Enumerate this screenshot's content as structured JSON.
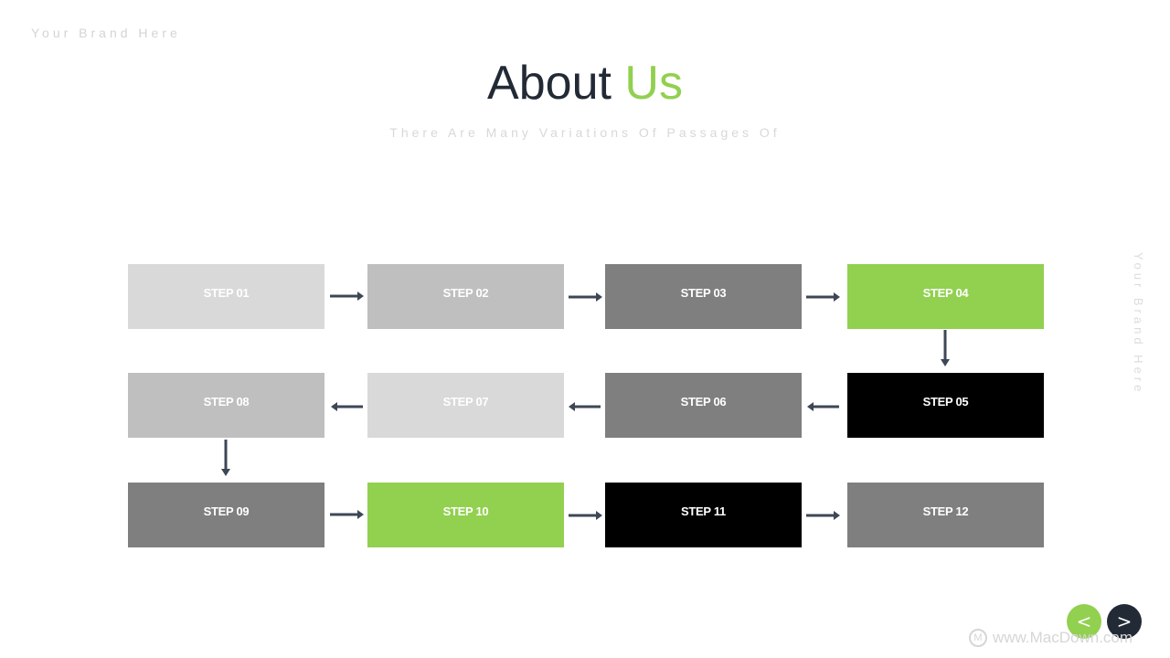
{
  "brand": {
    "top": "Your Brand Here",
    "side": "Your Brand Here"
  },
  "header": {
    "title_main": "About",
    "title_accent": "Us",
    "subtitle": "There Are Many Variations Of Passages Of"
  },
  "colors": {
    "accent": "#92d050",
    "dark": "#222a36",
    "arrow": "#3d4756",
    "light_gray": "#d9d9d9",
    "mid_gray": "#bfbfbf",
    "dark_gray": "#7f7f7f",
    "black": "#000000"
  },
  "steps": [
    {
      "label": "STEP 01",
      "color": "#d9d9d9"
    },
    {
      "label": "STEP 02",
      "color": "#bfbfbf"
    },
    {
      "label": "STEP 03",
      "color": "#7f7f7f"
    },
    {
      "label": "STEP 04",
      "color": "#92d050"
    },
    {
      "label": "STEP 05",
      "color": "#000000"
    },
    {
      "label": "STEP 06",
      "color": "#7f7f7f"
    },
    {
      "label": "STEP 07",
      "color": "#d9d9d9"
    },
    {
      "label": "STEP 08",
      "color": "#bfbfbf"
    },
    {
      "label": "STEP 09",
      "color": "#7f7f7f"
    },
    {
      "label": "STEP 10",
      "color": "#92d050"
    },
    {
      "label": "STEP 11",
      "color": "#000000"
    },
    {
      "label": "STEP 12",
      "color": "#7f7f7f"
    }
  ],
  "nav": {
    "prev": "<",
    "next": ">"
  },
  "watermark": {
    "text": "www.MacDown.com",
    "icon": "macdown-logo-icon"
  }
}
